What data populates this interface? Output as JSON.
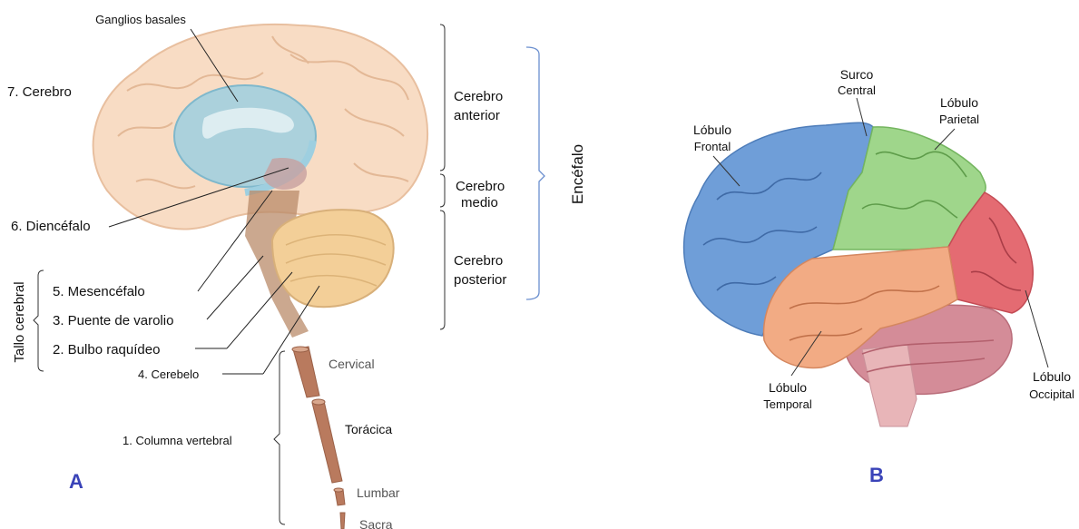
{
  "panel_a": {
    "letter": "A",
    "labels": {
      "ganglios_basales": "Ganglios basales",
      "cerebro": "7. Cerebro",
      "diencefalo": "6. Diencéfalo",
      "mesencefalo": "5.  Mesencéfalo",
      "puente": "3.  Puente de  varolio",
      "bulbo": "2.  Bulbo  raquídeo",
      "cerebelo": "4. Cerebelo",
      "columna": "1.   Columna vertebral",
      "tallo_cerebral": "Tallo cerebral",
      "cerebro_anterior_1": "Cerebro",
      "cerebro_anterior_2": "anterior",
      "cerebro_medio_1": "Cerebro",
      "cerebro_medio_2": "medio",
      "cerebro_posterior_1": "Cerebro",
      "cerebro_posterior_2": "posterior",
      "encefalo": "Encéfalo",
      "cervical": "Cervical",
      "toracica": "Torácica",
      "lumbar": "Lumbar",
      "sacra": "Sacra"
    }
  },
  "panel_b": {
    "letter": "B",
    "labels": {
      "surco_1": "Surco",
      "surco_2": "Central",
      "parietal_1": "Lóbulo",
      "parietal_2": "Parietal",
      "frontal_1": "Lóbulo",
      "frontal_2": "Frontal",
      "temporal_1": "Lóbulo",
      "temporal_2": "Temporal",
      "occipital_1": "Lóbulo",
      "occipital_2": "Occipital"
    }
  },
  "colors": {
    "brain_a": "#f8dcc4",
    "ganglia": "#9ecfe0",
    "cerebellum_a": "#f3cf98",
    "spine": "#b97a5e",
    "frontal": "#6f9ed8",
    "parietal": "#9fd68b",
    "occipital": "#e46b72",
    "temporal": "#f2ab84",
    "cerebellum_b": "#d48c98",
    "bracket": "#6b8fcf",
    "panel_letter": "#3a43b8"
  }
}
